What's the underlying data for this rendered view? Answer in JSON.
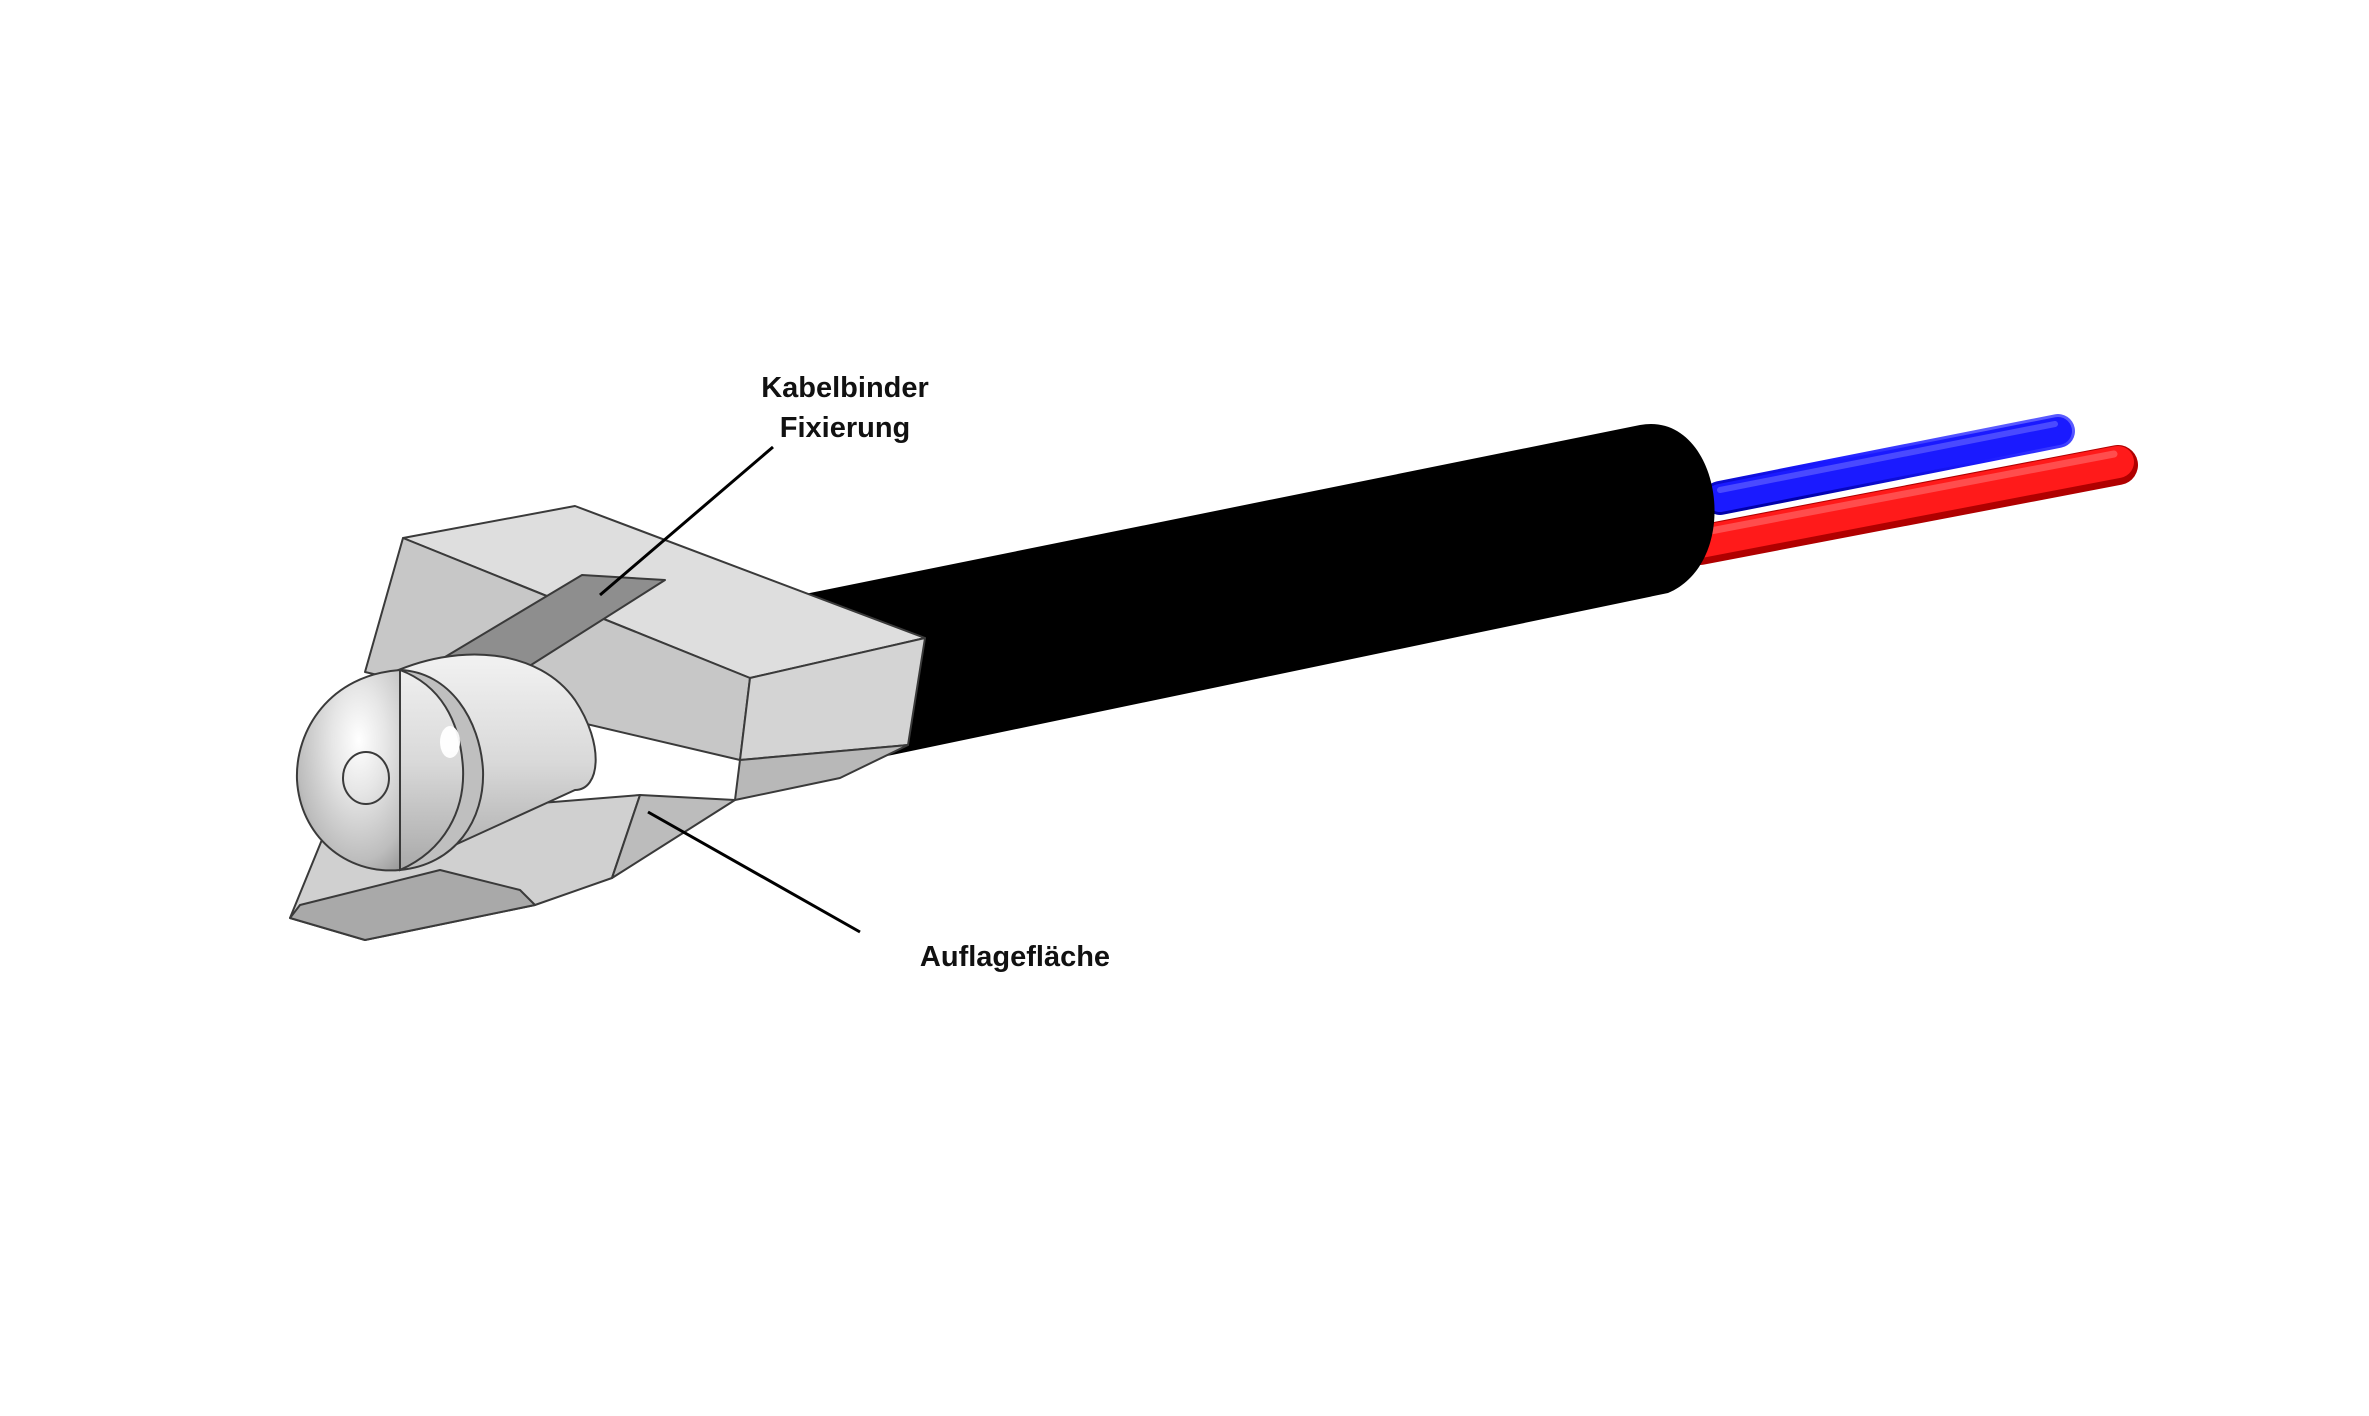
{
  "labels": {
    "cable_tie_line1": "Kabelbinder",
    "cable_tie_line2": "Fixierung",
    "contact_surface": "Auflagefläche"
  },
  "colors": {
    "background": "#ffffff",
    "cable_jacket": "#000000",
    "wire_blue": "#1a1aff",
    "wire_red": "#ff1a1a",
    "housing_light": "#dcdcdc",
    "housing_mid": "#c4c4c4",
    "housing_dark": "#a8a8a8",
    "outline": "#3a3a3a",
    "leader_line": "#000000"
  }
}
